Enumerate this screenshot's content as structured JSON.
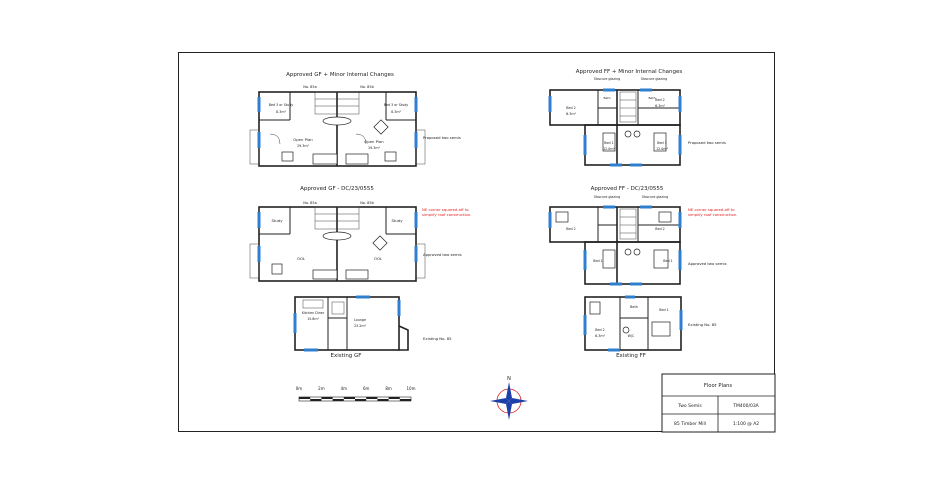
{
  "titles": {
    "gf_proposed": "Approved GF + Minor Internal Changes",
    "ff_proposed": "Approved FF + Minor Internal Changes",
    "gf_approved": "Approved GF - DC/23/0555",
    "ff_approved": "Approved FF - DC/23/0555",
    "gf_existing": "Existing GF",
    "ff_existing": "Existing FF"
  },
  "side_labels": {
    "proposed_gf": "Proposed two semis",
    "proposed_ff": "Proposed two semis",
    "approved_gf": "Approved two semis",
    "approved_ff": "Approved two semis",
    "existing_gf": "Existing No. 85",
    "existing_ff": "Existing No. 85"
  },
  "notes": {
    "gf_line1": "NE corner squared-off to",
    "gf_line2": "simplify roof construction.",
    "ff_line1": "NE corner squared-off to",
    "ff_line2": "simplify roof construction."
  },
  "rooms": {
    "no85a": "No. 85a",
    "no85b": "No. 85b",
    "bed_study": "Bed 3 or Study",
    "area_a": "8.3m²",
    "open_plan": "Open Plan",
    "open_area_a": "29.3m²",
    "open_area_b": "29.3m²",
    "study": "Study",
    "ool": "OOL",
    "kitchen": "Kitchen Diner",
    "kitchen_area": "15.8m²",
    "lounge": "Lounge",
    "lounge_area": "23.2m²",
    "bed1": "Bed 1",
    "bed1_area": "12.0m²",
    "bed2": "Bed 2",
    "bed2_area": "6.3m²",
    "bath": "Bath",
    "ensuite": "Ens",
    "wc": "W/C",
    "obscure": "Obscure glazing",
    "landing": "Land"
  },
  "scale_bar": {
    "ticks": [
      "0m",
      "2m",
      "4m",
      "6m",
      "8m",
      "10m"
    ]
  },
  "title_block": {
    "title": "Floor Plans",
    "project": "Two Semis",
    "drawing_no": "TM400/03A",
    "site": "85 Timber Mill",
    "scale": "1:100 @ A2"
  },
  "north": {
    "label": "N"
  },
  "colors": {
    "window": "#2f7fd0",
    "note_red": "#e22121",
    "line": "#222222"
  }
}
